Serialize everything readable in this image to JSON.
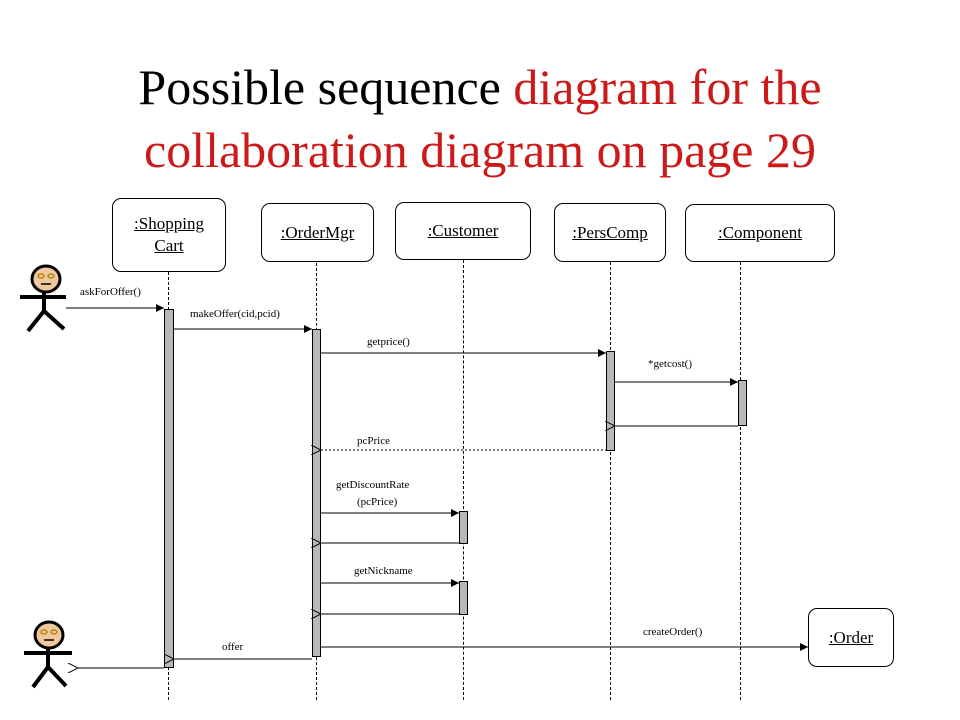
{
  "title": {
    "line1_black": "Possible sequence",
    "line1_red": "diagram for the",
    "line2_red": "collaboration diagram on page 29"
  },
  "objects": {
    "shopping_cart_line1": ":Shopping",
    "shopping_cart_line2": "Cart",
    "order_mgr": ":OrderMgr",
    "customer": ":Customer",
    "pers_comp": ":PersComp",
    "component": ":Component",
    "order": ":Order"
  },
  "messages": {
    "ask_for_offer": "askForOffer()",
    "make_offer": "makeOffer(cid,pcid)",
    "get_price": "getprice()",
    "get_cost": "*getcost()",
    "pc_price": "pcPrice",
    "get_discount_line1": "getDiscountRate",
    "get_discount_line2": "(pcPrice)",
    "get_nickname": "getNickname",
    "create_order": "createOrder()",
    "offer": "offer"
  },
  "colors": {
    "title_red": "#cc1a1a",
    "activation_fill": "#b8b8b8",
    "actor_face": "#f0c8a0"
  }
}
